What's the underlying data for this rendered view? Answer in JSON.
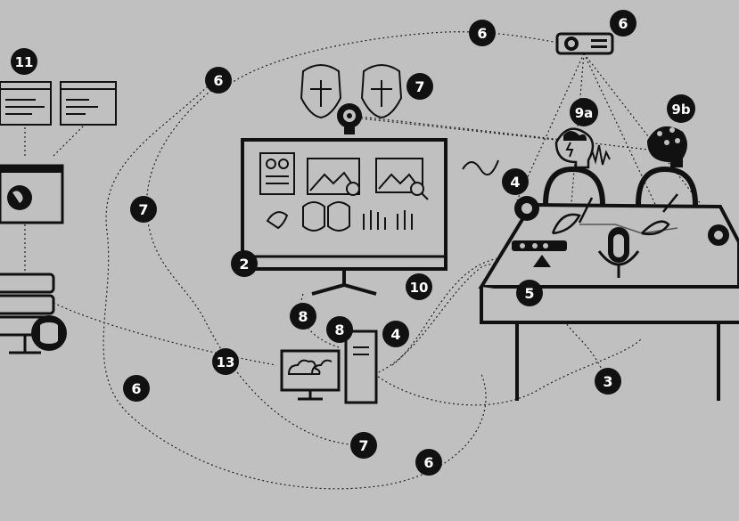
{
  "diagram": {
    "background": "#c0c0c0",
    "ink": "#111111",
    "labels": {
      "six_a": "6",
      "six_b": "6",
      "six_c": "6",
      "six_d": "6",
      "six_e": "6",
      "seven_a": "7",
      "seven_b": "7",
      "seven_c": "7",
      "eleven": "11",
      "nine_a": "9a",
      "nine_b": "9b",
      "four_a": "4",
      "four_b": "4",
      "two": "2",
      "ten": "10",
      "five": "5",
      "eight_a": "8",
      "eight_b": "8",
      "thirteen": "13",
      "three": "3"
    },
    "icons": [
      "projector-icon",
      "face-mesh-icon",
      "webcam-icon",
      "monitor-icon",
      "document-icon",
      "image-icon",
      "image-search-icon",
      "gesture-icon",
      "brain-network-icon",
      "storm-head-icon",
      "microphone-icon",
      "pen-icon",
      "server-icon",
      "database-icon",
      "browser-window-icon",
      "globe-icon",
      "desktop-pc-icon",
      "cloud-sync-icon",
      "table-icon"
    ]
  }
}
